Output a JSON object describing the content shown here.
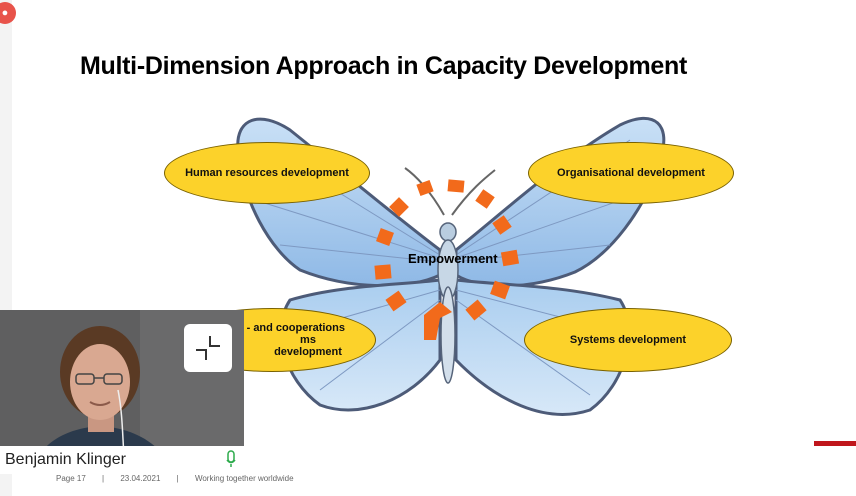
{
  "slide": {
    "title": "Multi-Dimension Approach in Capacity Development",
    "center_label": "Empowerment",
    "ovals": {
      "top_left": "Human resources development",
      "top_right": "Organisational development",
      "bottom_left_line1": "- and  cooperations",
      "bottom_left_line2": "ms development",
      "bottom_right": "Systems development"
    },
    "footer": {
      "page": "Page 17",
      "date": "23.04.2021",
      "tagline": "Working together worldwide"
    }
  },
  "webcam": {
    "participant_name": "Benjamin Klinger",
    "minimize_icon": "collapse-arrows-icon",
    "mic_icon": "microphone-icon"
  },
  "recording": {
    "icon": "record-icon"
  },
  "colors": {
    "oval_fill": "#fcd22a",
    "wing_blue": "#a9cdef",
    "accent_orange": "#f26a1b",
    "accent_red": "#c0161c"
  }
}
